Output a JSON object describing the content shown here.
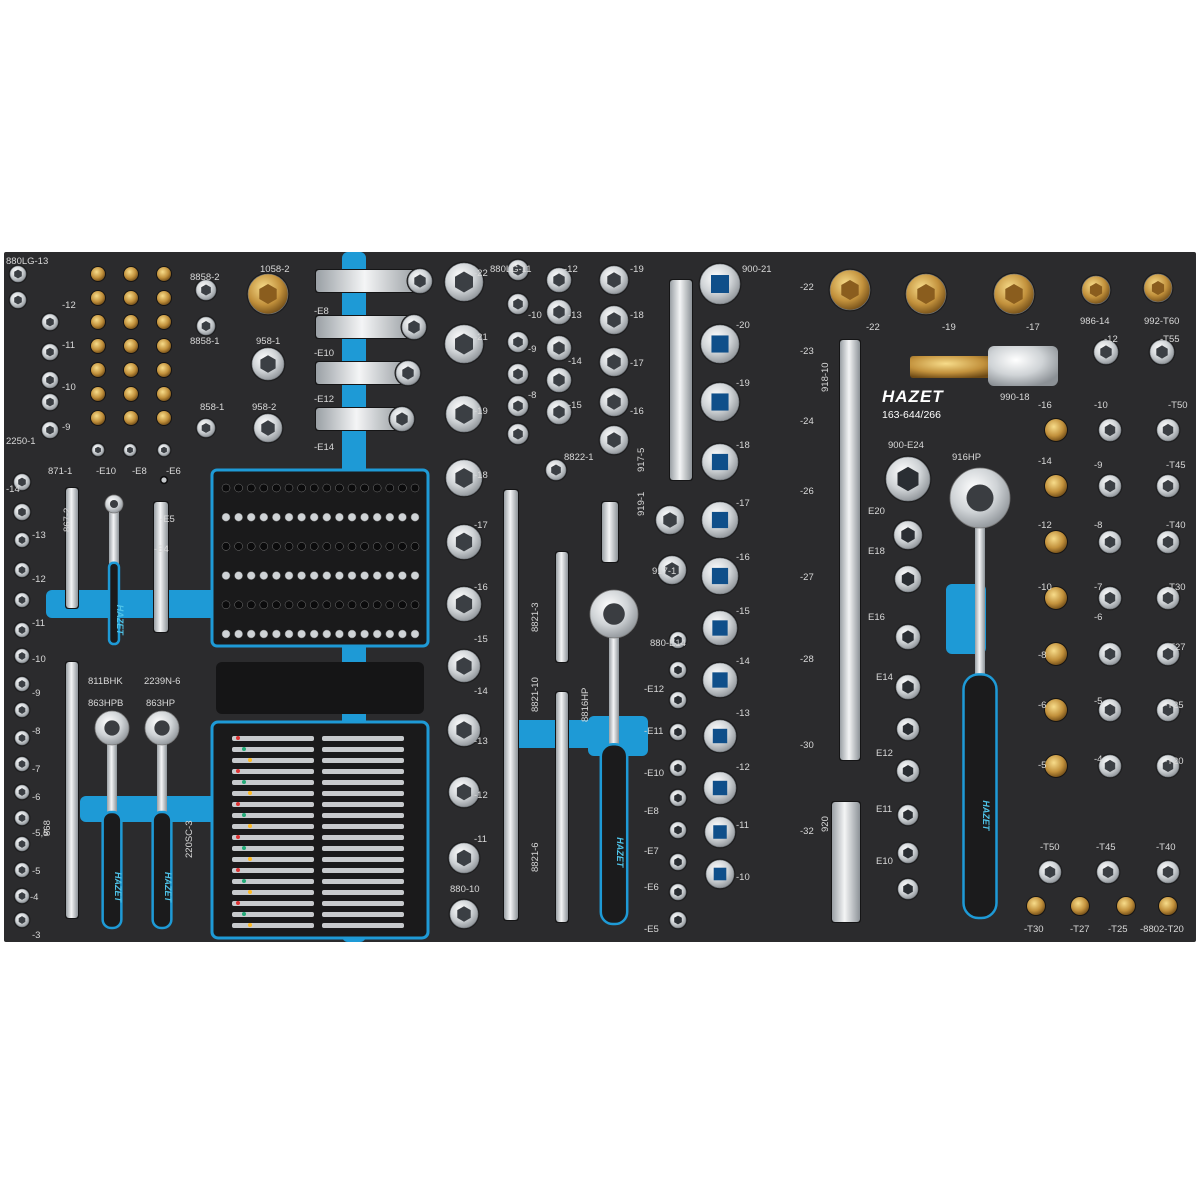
{
  "brand": {
    "name": "HAZET",
    "set_number": "163-644/266"
  },
  "handle_text": "HAZET",
  "colors": {
    "foam": "#2b2b2d",
    "accent": "#1e9ad6",
    "chrome": "#d6d8da",
    "gold": "#b98a3b"
  },
  "labels": [
    {
      "id": "l-880lg",
      "text": "880LG-13"
    },
    {
      "id": "l-c1-12",
      "text": "-12"
    },
    {
      "id": "l-c1-11",
      "text": "-11"
    },
    {
      "id": "l-c1-10",
      "text": "-10"
    },
    {
      "id": "l-c1-9",
      "text": "-9"
    },
    {
      "id": "l-2250",
      "text": "2250-1"
    },
    {
      "id": "l-871",
      "text": "871-1"
    },
    {
      "id": "l-e10",
      "text": "-E10"
    },
    {
      "id": "l-e8",
      "text": "-E8"
    },
    {
      "id": "l-e6",
      "text": "-E6"
    },
    {
      "id": "l-e5",
      "text": "-E5"
    },
    {
      "id": "l-e4",
      "text": "-E4"
    },
    {
      "id": "l-8858-2",
      "text": "8858-2"
    },
    {
      "id": "l-8858-1",
      "text": "8858-1"
    },
    {
      "id": "l-858-1",
      "text": "858-1"
    },
    {
      "id": "l-1058-2",
      "text": "1058-2"
    },
    {
      "id": "l-958-1",
      "text": "958-1"
    },
    {
      "id": "l-958-2",
      "text": "958-2"
    },
    {
      "id": "l-ext-e8",
      "text": "-E8"
    },
    {
      "id": "l-ext-e10",
      "text": "-E10"
    },
    {
      "id": "l-ext-e12",
      "text": "-E12"
    },
    {
      "id": "l-ext-e14",
      "text": "-E14"
    },
    {
      "id": "l-867-2",
      "text": "867-2"
    },
    {
      "id": "l-811bhk",
      "text": "811BHK"
    },
    {
      "id": "l-2239n",
      "text": "2239N-6"
    },
    {
      "id": "l-863hpb",
      "text": "863HPB"
    },
    {
      "id": "l-863hp",
      "text": "863HP"
    },
    {
      "id": "l-868",
      "text": "868"
    },
    {
      "id": "l-2208c",
      "text": "220SC-3"
    },
    {
      "id": "l-c0-14",
      "text": "-14"
    },
    {
      "id": "l-c0-13",
      "text": "-13"
    },
    {
      "id": "l-c0-12",
      "text": "-12"
    },
    {
      "id": "l-c0-11",
      "text": "-11"
    },
    {
      "id": "l-c0-10",
      "text": "-10"
    },
    {
      "id": "l-c0-9",
      "text": "-9"
    },
    {
      "id": "l-c0-8",
      "text": "-8"
    },
    {
      "id": "l-c0-7",
      "text": "-7"
    },
    {
      "id": "l-c0-6",
      "text": "-6"
    },
    {
      "id": "l-c0-55",
      "text": "-5,5"
    },
    {
      "id": "l-c0-5",
      "text": "-5"
    },
    {
      "id": "l-c0-4",
      "text": "-4"
    },
    {
      "id": "l-c0-3",
      "text": "-3"
    },
    {
      "id": "l-880lg11",
      "text": "880LG-11"
    },
    {
      "id": "l-lg-12",
      "text": "-12"
    },
    {
      "id": "l-lg-10",
      "text": "-10"
    },
    {
      "id": "l-lg-9",
      "text": "-9"
    },
    {
      "id": "l-lg-8",
      "text": "-8"
    },
    {
      "id": "l-lg-13",
      "text": "-13"
    },
    {
      "id": "l-lg-14",
      "text": "-14"
    },
    {
      "id": "l-lg-15",
      "text": "-15"
    },
    {
      "id": "l-lg-19",
      "text": "-19"
    },
    {
      "id": "l-lg-18",
      "text": "-18"
    },
    {
      "id": "l-lg-17",
      "text": "-17"
    },
    {
      "id": "l-lg-16",
      "text": "-16"
    },
    {
      "id": "l-m-22",
      "text": "-22"
    },
    {
      "id": "l-m-21",
      "text": "-21"
    },
    {
      "id": "l-m-19",
      "text": "-19"
    },
    {
      "id": "l-m-18",
      "text": "-18"
    },
    {
      "id": "l-m-17",
      "text": "-17"
    },
    {
      "id": "l-m-16",
      "text": "-16"
    },
    {
      "id": "l-m-15",
      "text": "-15"
    },
    {
      "id": "l-m-14",
      "text": "-14"
    },
    {
      "id": "l-m-13",
      "text": "-13"
    },
    {
      "id": "l-m-12",
      "text": "-12"
    },
    {
      "id": "l-m-11",
      "text": "-11"
    },
    {
      "id": "l-880-10",
      "text": "880-10"
    },
    {
      "id": "l-8822",
      "text": "8822-1"
    },
    {
      "id": "l-8821-3",
      "text": "8821-3"
    },
    {
      "id": "l-8821-10",
      "text": "8821-10"
    },
    {
      "id": "l-8821-6",
      "text": "8821-6"
    },
    {
      "id": "l-917-5",
      "text": "917-5"
    },
    {
      "id": "l-919-1",
      "text": "919-1"
    },
    {
      "id": "l-917-1",
      "text": "917-1"
    },
    {
      "id": "l-8816hp",
      "text": "8816HP"
    },
    {
      "id": "l-880-e14",
      "text": "880-E14"
    },
    {
      "id": "l-se-12",
      "text": "-E12"
    },
    {
      "id": "l-se-11",
      "text": "-E11"
    },
    {
      "id": "l-se-10",
      "text": "-E10"
    },
    {
      "id": "l-se-8",
      "text": "-E8"
    },
    {
      "id": "l-se-7",
      "text": "-E7"
    },
    {
      "id": "l-se-6",
      "text": "-E6"
    },
    {
      "id": "l-se-5",
      "text": "-E5"
    },
    {
      "id": "l-900-21",
      "text": "900-21"
    },
    {
      "id": "l-b-20",
      "text": "-20"
    },
    {
      "id": "l-b-19",
      "text": "-19"
    },
    {
      "id": "l-b-18",
      "text": "-18"
    },
    {
      "id": "l-b-17",
      "text": "-17"
    },
    {
      "id": "l-b-16",
      "text": "-16"
    },
    {
      "id": "l-b-15",
      "text": "-15"
    },
    {
      "id": "l-b-14",
      "text": "-14"
    },
    {
      "id": "l-b-13",
      "text": "-13"
    },
    {
      "id": "l-b-12",
      "text": "-12"
    },
    {
      "id": "l-b-11",
      "text": "-11"
    },
    {
      "id": "l-b-10",
      "text": "-10"
    },
    {
      "id": "l-c-22",
      "text": "-22"
    },
    {
      "id": "l-c-23",
      "text": "-23"
    },
    {
      "id": "l-c-24",
      "text": "-24"
    },
    {
      "id": "l-c-26",
      "text": "-26"
    },
    {
      "id": "l-c-27",
      "text": "-27"
    },
    {
      "id": "l-c-28",
      "text": "-28"
    },
    {
      "id": "l-c-30",
      "text": "-30"
    },
    {
      "id": "l-c-32",
      "text": "-32"
    },
    {
      "id": "l-918-10",
      "text": "918-10"
    },
    {
      "id": "l-920",
      "text": "920"
    },
    {
      "id": "l-t-22",
      "text": "-22"
    },
    {
      "id": "l-t-19",
      "text": "-19"
    },
    {
      "id": "l-t-17",
      "text": "-17"
    },
    {
      "id": "l-986",
      "text": "986-14"
    },
    {
      "id": "l-992",
      "text": "992-T60"
    },
    {
      "id": "l-990",
      "text": "990-18"
    },
    {
      "id": "l-900e24",
      "text": "900-E24"
    },
    {
      "id": "l-916hp",
      "text": "916HP"
    },
    {
      "id": "l-e20",
      "text": "E20"
    },
    {
      "id": "l-e18",
      "text": "E18"
    },
    {
      "id": "l-e16",
      "text": "E16"
    },
    {
      "id": "l-e14",
      "text": "E14"
    },
    {
      "id": "l-e12",
      "text": "E12"
    },
    {
      "id": "l-e11",
      "text": "E11"
    },
    {
      "id": "l-e10b",
      "text": "E10"
    },
    {
      "id": "l-r-12",
      "text": "-12"
    },
    {
      "id": "l-r-t55",
      "text": "-T55"
    },
    {
      "id": "l-g-16",
      "text": "-16"
    },
    {
      "id": "l-g-14",
      "text": "-14"
    },
    {
      "id": "l-g-12",
      "text": "-12"
    },
    {
      "id": "l-g-10",
      "text": "-10"
    },
    {
      "id": "l-g-8",
      "text": "-8"
    },
    {
      "id": "l-g-6",
      "text": "-6"
    },
    {
      "id": "l-g-5",
      "text": "-5"
    },
    {
      "id": "l-h-10",
      "text": "-10"
    },
    {
      "id": "l-h-9",
      "text": "-9"
    },
    {
      "id": "l-h-8",
      "text": "-8"
    },
    {
      "id": "l-h-7",
      "text": "-7"
    },
    {
      "id": "l-h-6",
      "text": "-6"
    },
    {
      "id": "l-h-5",
      "text": "-5"
    },
    {
      "id": "l-h-4",
      "text": "-4"
    },
    {
      "id": "l-x-t50",
      "text": "-T50"
    },
    {
      "id": "l-x-t45",
      "text": "-T45"
    },
    {
      "id": "l-x-t40",
      "text": "-T40"
    },
    {
      "id": "l-x-t30",
      "text": "-T30"
    },
    {
      "id": "l-x-t27",
      "text": "-T27"
    },
    {
      "id": "l-x-t25",
      "text": "-T25"
    },
    {
      "id": "l-x-t20",
      "text": "-T20"
    },
    {
      "id": "l-y-t50",
      "text": "-T50"
    },
    {
      "id": "l-y-t45",
      "text": "-T45"
    },
    {
      "id": "l-y-t40",
      "text": "-T40"
    },
    {
      "id": "l-z-t30",
      "text": "-T30"
    },
    {
      "id": "l-z-t27",
      "text": "-T27"
    },
    {
      "id": "l-z-t25",
      "text": "-T25"
    },
    {
      "id": "l-z-8802",
      "text": "-8802-T20"
    }
  ]
}
